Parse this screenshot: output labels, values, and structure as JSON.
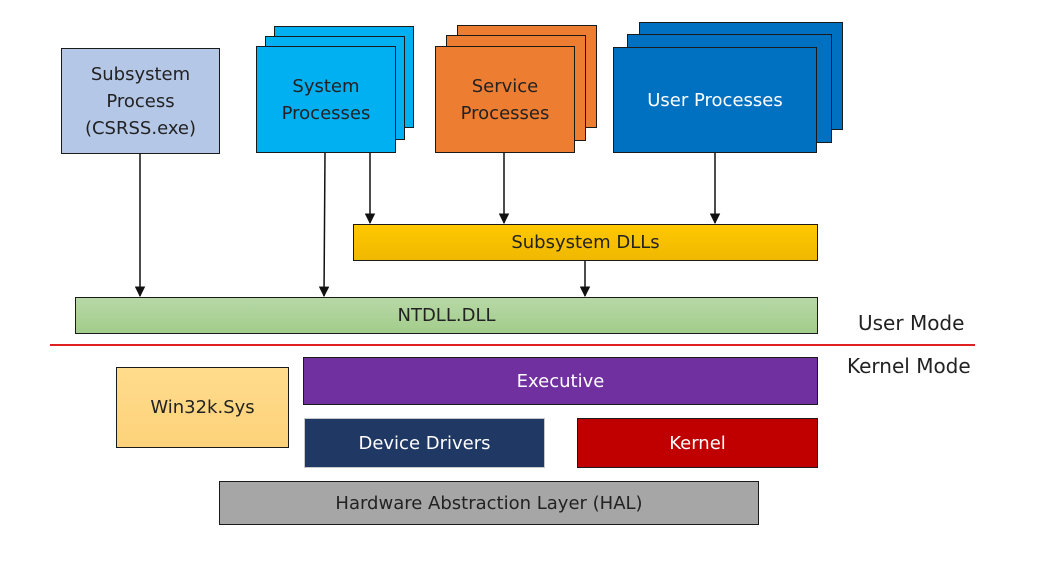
{
  "diagram": {
    "type": "windows-architecture",
    "user_mode_components": {
      "csrss": {
        "label": "Subsystem Process (CSRSS.exe)",
        "lines": [
          "Subsystem",
          "Process",
          "(CSRSS.exe)"
        ],
        "color": "#b4c7e7"
      },
      "system_processes": {
        "lines": [
          "System",
          "Processes"
        ],
        "color": "#00b0f0"
      },
      "service_processes": {
        "lines": [
          "Service",
          "Processes"
        ],
        "color": "#ed7d31"
      },
      "user_processes": {
        "label": "User Processes",
        "color": "#0070c0"
      },
      "subsystem_dlls": {
        "label": "Subsystem DLLs",
        "color": "#ffc000"
      },
      "ntdll": {
        "label": "NTDLL.DLL",
        "color": "#a9d18e"
      }
    },
    "kernel_mode_components": {
      "win32k": {
        "label": "Win32k.Sys",
        "color": "#ffd580"
      },
      "executive": {
        "label": "Executive",
        "color": "#7030a0"
      },
      "device_drivers": {
        "label": "Device Drivers",
        "color": "#1f3864"
      },
      "kernel": {
        "label": "Kernel",
        "color": "#c00000"
      },
      "hal": {
        "label": "Hardware Abstraction Layer (HAL)",
        "color": "#a6a6a6"
      }
    },
    "mode_labels": {
      "user": "User Mode",
      "kernel": "Kernel Mode"
    },
    "divider_color": "#e02020",
    "edges": [
      {
        "from": "Subsystem Process (CSRSS.exe)",
        "to": "NTDLL.DLL"
      },
      {
        "from": "System Processes",
        "to": "NTDLL.DLL"
      },
      {
        "from": "System Processes",
        "to": "Subsystem DLLs"
      },
      {
        "from": "Service Processes",
        "to": "Subsystem DLLs"
      },
      {
        "from": "User Processes",
        "to": "Subsystem DLLs"
      },
      {
        "from": "Subsystem DLLs",
        "to": "NTDLL.DLL"
      }
    ]
  }
}
